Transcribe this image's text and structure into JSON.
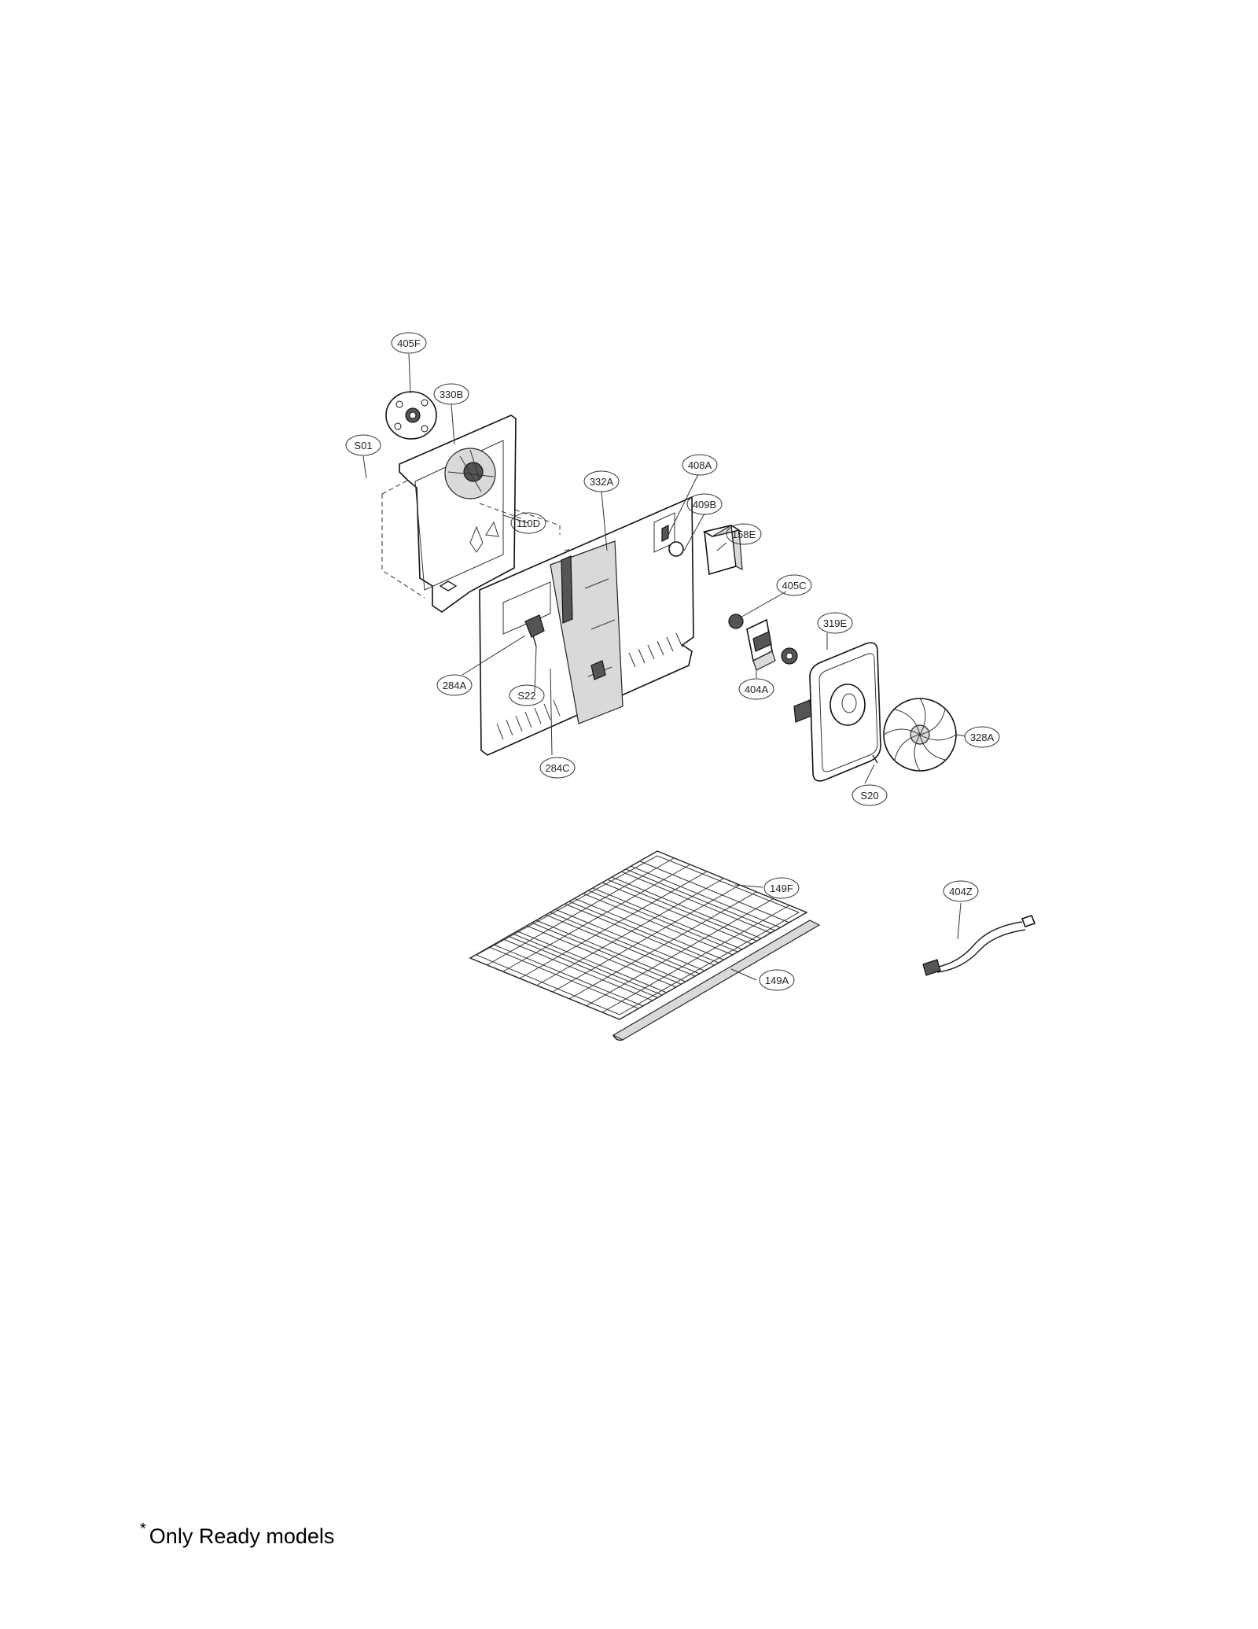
{
  "callouts": {
    "c405F": "405F",
    "c330B": "330B",
    "c501": "S01",
    "c110D": "110D",
    "c332A": "332A",
    "c408A": "408A",
    "c409B": "409B",
    "c158E": "158E",
    "c405C": "405C",
    "c319E": "319E",
    "c404A": "404A",
    "c328A": "328A",
    "c284A": "284A",
    "c522": "S22",
    "c284C": "284C",
    "c520": "S20",
    "c149F": "149F",
    "c149A": "149A",
    "c404Z": "404Z"
  },
  "footnote": {
    "marker": "*",
    "text": "Only Ready models"
  }
}
